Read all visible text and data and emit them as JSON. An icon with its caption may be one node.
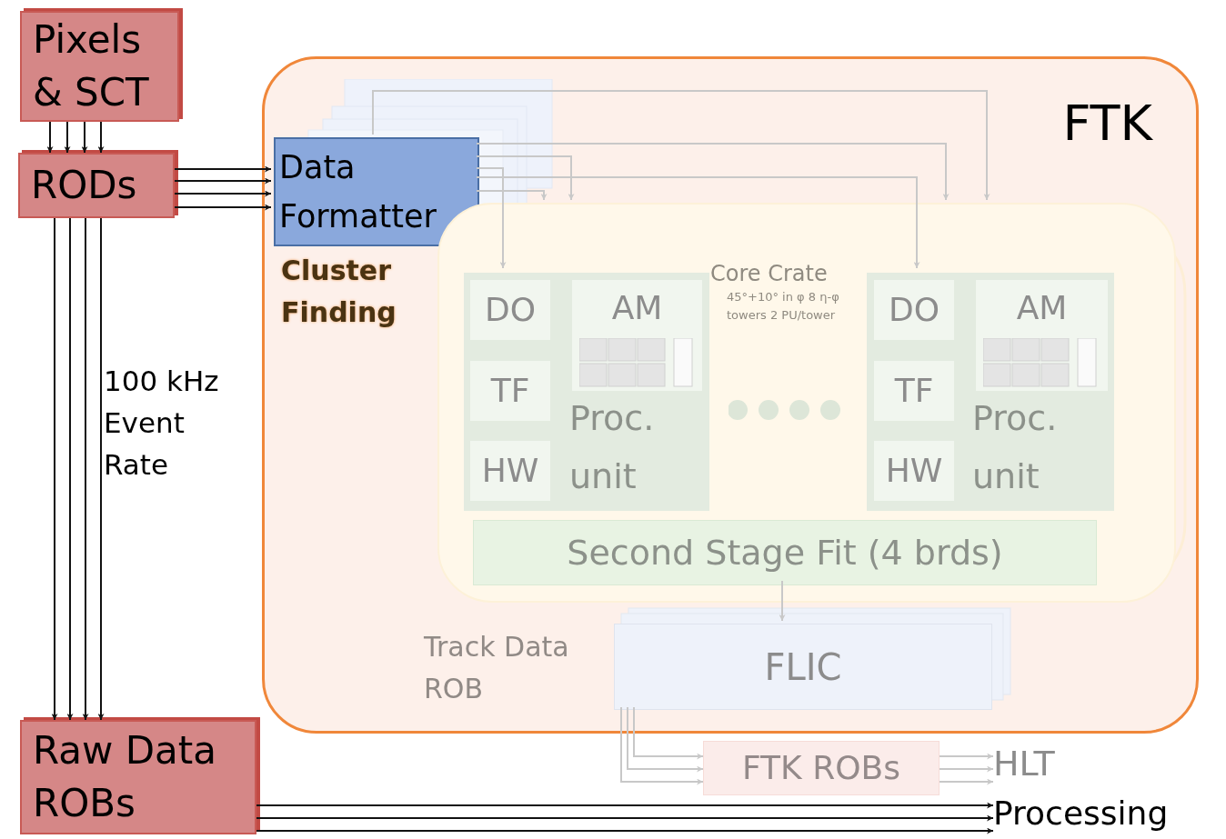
{
  "diagram": {
    "nodes": [
      {
        "text": [
          "Pixels & SCT"
        ]
      },
      {
        "text": [
          "RODs"
        ]
      },
      {
        "text": [
          "Raw Data ROBs"
        ]
      },
      {
        "text": [
          "FTK"
        ]
      },
      {
        "text": [
          "Data Formatter"
        ],
        "in": 3,
        "beside": [
          "Cluster Finding"
        ]
      },
      {
        "text": [
          "Core Crate",
          "45°+10° in φ 8 η-φ towers 2 PU/tower"
        ],
        "in": 3
      },
      {
        "text": [
          "Proc. unit"
        ],
        "in": 5
      },
      {
        "text": [
          "DO"
        ],
        "in": 6
      },
      {
        "text": [
          "TF"
        ],
        "in": 6
      },
      {
        "text": [
          "HW"
        ],
        "in": 6
      },
      {
        "text": [
          "AM"
        ],
        "in": 6
      },
      {
        "text": [
          "Proc. unit"
        ],
        "in": 5
      },
      {
        "text": [
          "DO"
        ],
        "in": 11
      },
      {
        "text": [
          "TF"
        ],
        "in": 11
      },
      {
        "text": [
          "HW"
        ],
        "in": 11
      },
      {
        "text": [
          "AM"
        ],
        "in": 11
      },
      {
        "text": [
          "Second Stage Fit (4 brds)"
        ],
        "in": 5
      },
      {
        "text": [
          "FLIC"
        ],
        "in": 3,
        "beside": [
          "Track Data ROB"
        ]
      },
      {
        "text": [
          "FTK ROBs"
        ]
      },
      {
        "text": [
          "HLT"
        ]
      },
      {
        "text": [
          "Processing"
        ]
      }
    ],
    "edges": [
      {
        "from": 0,
        "to": 1,
        "arrow": "to"
      },
      {
        "from": 0,
        "to": 1,
        "arrow": "to"
      },
      {
        "from": 0,
        "to": 1,
        "arrow": "to"
      },
      {
        "from": 0,
        "to": 1,
        "arrow": "to"
      },
      {
        "from": 1,
        "to": 4,
        "arrow": "to"
      },
      {
        "from": 1,
        "to": 4,
        "arrow": "to"
      },
      {
        "from": 1,
        "to": 4,
        "arrow": "to"
      },
      {
        "from": 1,
        "to": 4,
        "arrow": "to"
      },
      {
        "from": 1,
        "to": 2,
        "arrow": "to"
      },
      {
        "from": 1,
        "to": 2,
        "arrow": "to"
      },
      {
        "from": 1,
        "to": 2,
        "arrow": "to"
      },
      {
        "from": 1,
        "to": 2,
        "arrow": "to"
      },
      {
        "from": 2,
        "to": 20,
        "arrow": "to"
      },
      {
        "from": 2,
        "to": 20,
        "arrow": "to"
      },
      {
        "from": 2,
        "to": 20,
        "arrow": "to"
      },
      {
        "from": 4,
        "to": 5,
        "arrow": "to",
        "color": "#c8c8c8"
      },
      {
        "from": 4,
        "to": 5,
        "arrow": "to",
        "color": "#c8c8c8"
      },
      {
        "from": 4,
        "to": 5,
        "arrow": "to",
        "color": "#c8c8c8"
      },
      {
        "from": 4,
        "to": 5,
        "arrow": "to",
        "color": "#c8c8c8"
      },
      {
        "from": 4,
        "to": 6,
        "arrow": "to",
        "color": "#c8c8c8"
      },
      {
        "from": 4,
        "to": 11,
        "arrow": "to",
        "color": "#c8c8c8"
      },
      {
        "from": 16,
        "to": 17,
        "arrow": "to",
        "color": "#c8c8c8"
      },
      {
        "from": 17,
        "to": 18,
        "arrow": "to",
        "color": "#c8c8c8"
      },
      {
        "from": 17,
        "to": 18,
        "arrow": "to",
        "color": "#c8c8c8"
      },
      {
        "from": 17,
        "to": 18,
        "arrow": "to",
        "color": "#c8c8c8"
      },
      {
        "from": 18,
        "to": 19,
        "arrow": "to",
        "color": "#c8c8c8"
      },
      {
        "from": 18,
        "to": 19,
        "arrow": "to",
        "color": "#c8c8c8"
      },
      {
        "from": 18,
        "to": 19,
        "arrow": "to",
        "color": "#c8c8c8"
      }
    ],
    "labels": [
      "100 kHz Event Rate"
    ]
  }
}
